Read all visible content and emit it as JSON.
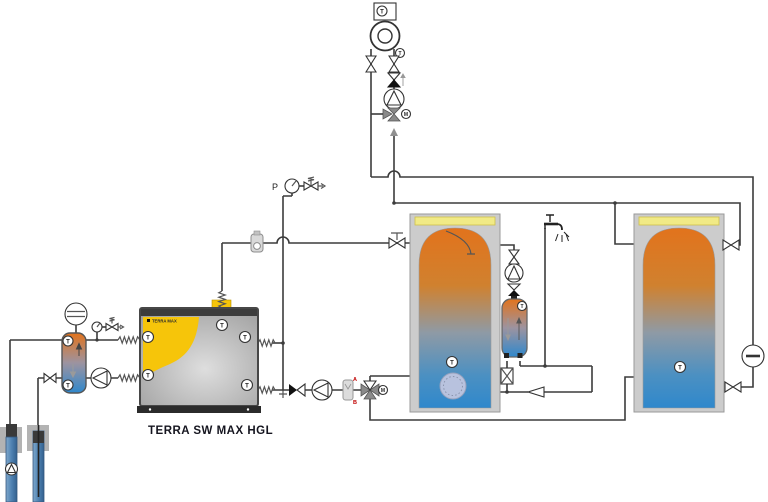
{
  "title": "TERRA SW MAX HGL",
  "heat_pump": {
    "logo": "TERRA MAX",
    "model_label": "TERRA SW MAX HGL"
  },
  "labels": {
    "sensor": "T",
    "pressure_gauge": "P",
    "motor": "M",
    "valve_port_a": "A",
    "valve_port_b": "B"
  },
  "colors": {
    "pipe": "#3c3c3c",
    "tank_hot": "#e2731c",
    "tank_cold": "#2f88cc",
    "insulation_top": "#f1ea86",
    "tank_shell": "#cccccc",
    "heat_pump_accent": "#f6c50a",
    "valve_gray": "#8a8a8a",
    "port_label_red": "#c00000",
    "flange": "#b8c2de"
  },
  "components": [
    "room-station-with-sensor",
    "heating-circuit",
    "heating-flow-sensor",
    "shutoff-valves",
    "check-valves",
    "heating-circuit-pump",
    "mixing-valve-with-motor",
    "pressure-gauge",
    "safety-valve",
    "expansion-vessel-source-side",
    "expansion-vessel-heating-side",
    "flow-switch",
    "heat-pump-terra-sw-max",
    "plate-heat-exchanger",
    "source-pump",
    "well-probe-with-pump",
    "injection-well-probe",
    "charging-pump",
    "dirt-separator",
    "diverter-valve-a-b-with-motor",
    "hygienic-buffer-tank",
    "electric-heating-flange",
    "dhw-circulation-pump",
    "circulation-heat-exchanger-column",
    "filter",
    "dhw-tap",
    "buffer-tank-2",
    "temperature-sensors"
  ]
}
